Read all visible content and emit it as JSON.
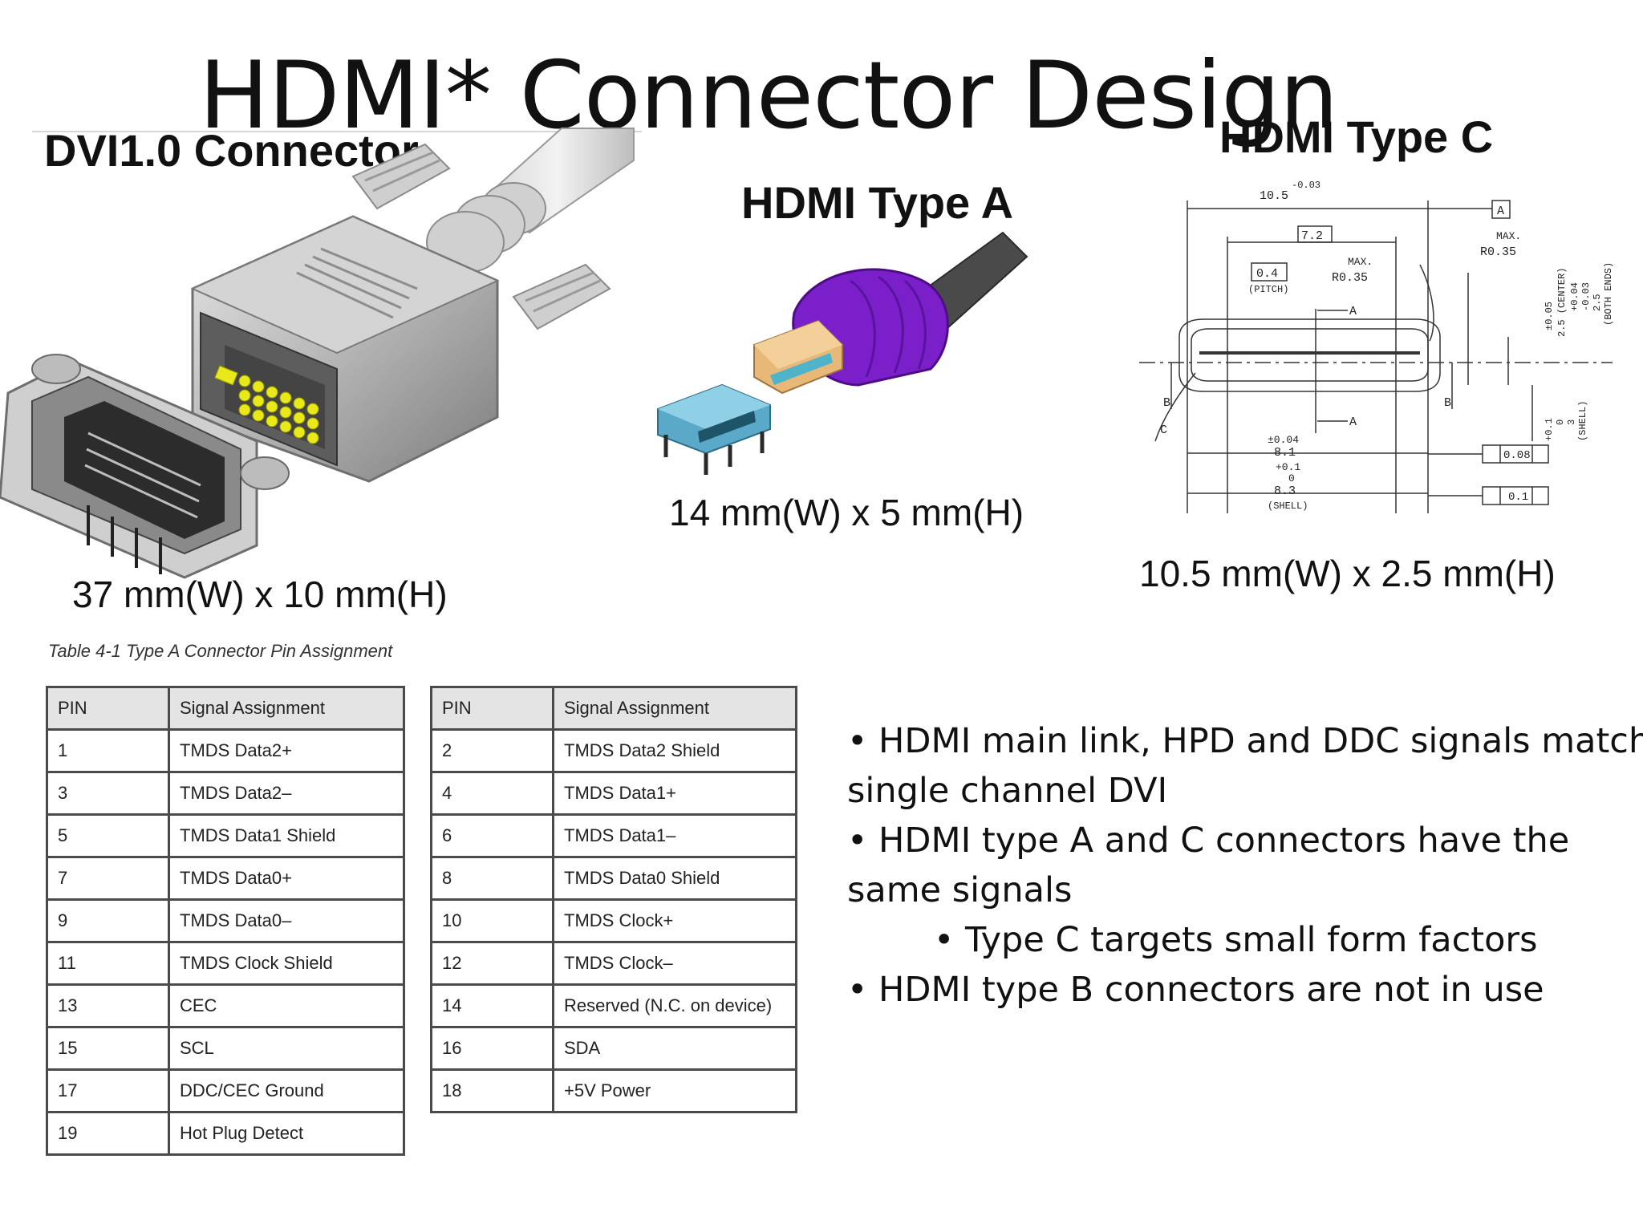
{
  "slide": {
    "title": "HDMI* Connector Design"
  },
  "dvi": {
    "header": "DVI1.0 Connector",
    "dimensions": "37 mm(W) x 10 mm(H)"
  },
  "type_a": {
    "header": "HDMI Type A",
    "dimensions": "14 mm(W) x 5 mm(H)"
  },
  "type_c": {
    "header": "HDMI Type C",
    "dimensions": "10.5 mm(W) x 2.5 mm(H)",
    "drawing_labels": {
      "width_top": "10.5",
      "width_top_tol": "-0.03",
      "inner_width": "7.2",
      "pitch_value": "0.4",
      "pitch_label": "(PITCH)",
      "max_label_1": "MAX.",
      "radius_1": "R0.35",
      "max_label_2": "MAX.",
      "radius_2": "R0.35",
      "section_a_top": "A",
      "section_a_bottom": "A",
      "datum_a": "A",
      "section_b_left": "B",
      "section_b_right": "B",
      "section_c": "C",
      "tol_04": "±0.04",
      "width_81": "8.1",
      "tol_01": "+0.1",
      "tol_0": "0",
      "width_83": "8.3",
      "shell_label": "(SHELL)",
      "flatness_1": "0.08",
      "flatness_2": "0.1",
      "right_1": "±0.05",
      "right_2": "2.5 (CENTER)",
      "right_3": "+0.04",
      "right_4": "-0.03",
      "right_5": "2.5",
      "right_6": "(BOTH ENDS)",
      "right_7": "+0.1",
      "right_8": "0",
      "right_9": "3",
      "right_10": "(SHELL)"
    }
  },
  "pin_table": {
    "caption": "Table 4-1 Type A Connector Pin Assignment",
    "headers": {
      "pin": "PIN",
      "signal": "Signal Assignment"
    },
    "left": [
      {
        "pin": "1",
        "signal": "TMDS Data2+"
      },
      {
        "pin": "3",
        "signal": "TMDS Data2–"
      },
      {
        "pin": "5",
        "signal": "TMDS Data1 Shield"
      },
      {
        "pin": "7",
        "signal": "TMDS Data0+"
      },
      {
        "pin": "9",
        "signal": "TMDS Data0–"
      },
      {
        "pin": "11",
        "signal": "TMDS Clock Shield"
      },
      {
        "pin": "13",
        "signal": "CEC"
      },
      {
        "pin": "15",
        "signal": "SCL"
      },
      {
        "pin": "17",
        "signal": "DDC/CEC Ground"
      },
      {
        "pin": "19",
        "signal": "Hot Plug Detect"
      }
    ],
    "right": [
      {
        "pin": "2",
        "signal": "TMDS Data2 Shield"
      },
      {
        "pin": "4",
        "signal": "TMDS Data1+"
      },
      {
        "pin": "6",
        "signal": "TMDS Data1–"
      },
      {
        "pin": "8",
        "signal": "TMDS Data0 Shield"
      },
      {
        "pin": "10",
        "signal": "TMDS Clock+"
      },
      {
        "pin": "12",
        "signal": "TMDS Clock–"
      },
      {
        "pin": "14",
        "signal": "Reserved (N.C. on device)"
      },
      {
        "pin": "16",
        "signal": "SDA"
      },
      {
        "pin": "18",
        "signal": "+5V Power"
      }
    ]
  },
  "bullets": [
    {
      "text": "• HDMI main link, HPD and DDC signals match",
      "indent": false
    },
    {
      "text": "single channel DVI",
      "indent": false
    },
    {
      "text": "• HDMI type A and C connectors have the",
      "indent": false
    },
    {
      "text": "same signals",
      "indent": false
    },
    {
      "text": "• Type C targets small form factors",
      "indent": true
    },
    {
      "text": "• HDMI type B connectors are not in use",
      "indent": false
    }
  ],
  "colors": {
    "dvi_metal": "#b9b9b9",
    "dvi_pins": "#e8e81a",
    "hdmi_purple": "#7a1fc9",
    "hdmi_gold": "#e8b878",
    "hdmi_receptacle": "#5aa9c9",
    "table_header": "#e4e4e4"
  }
}
